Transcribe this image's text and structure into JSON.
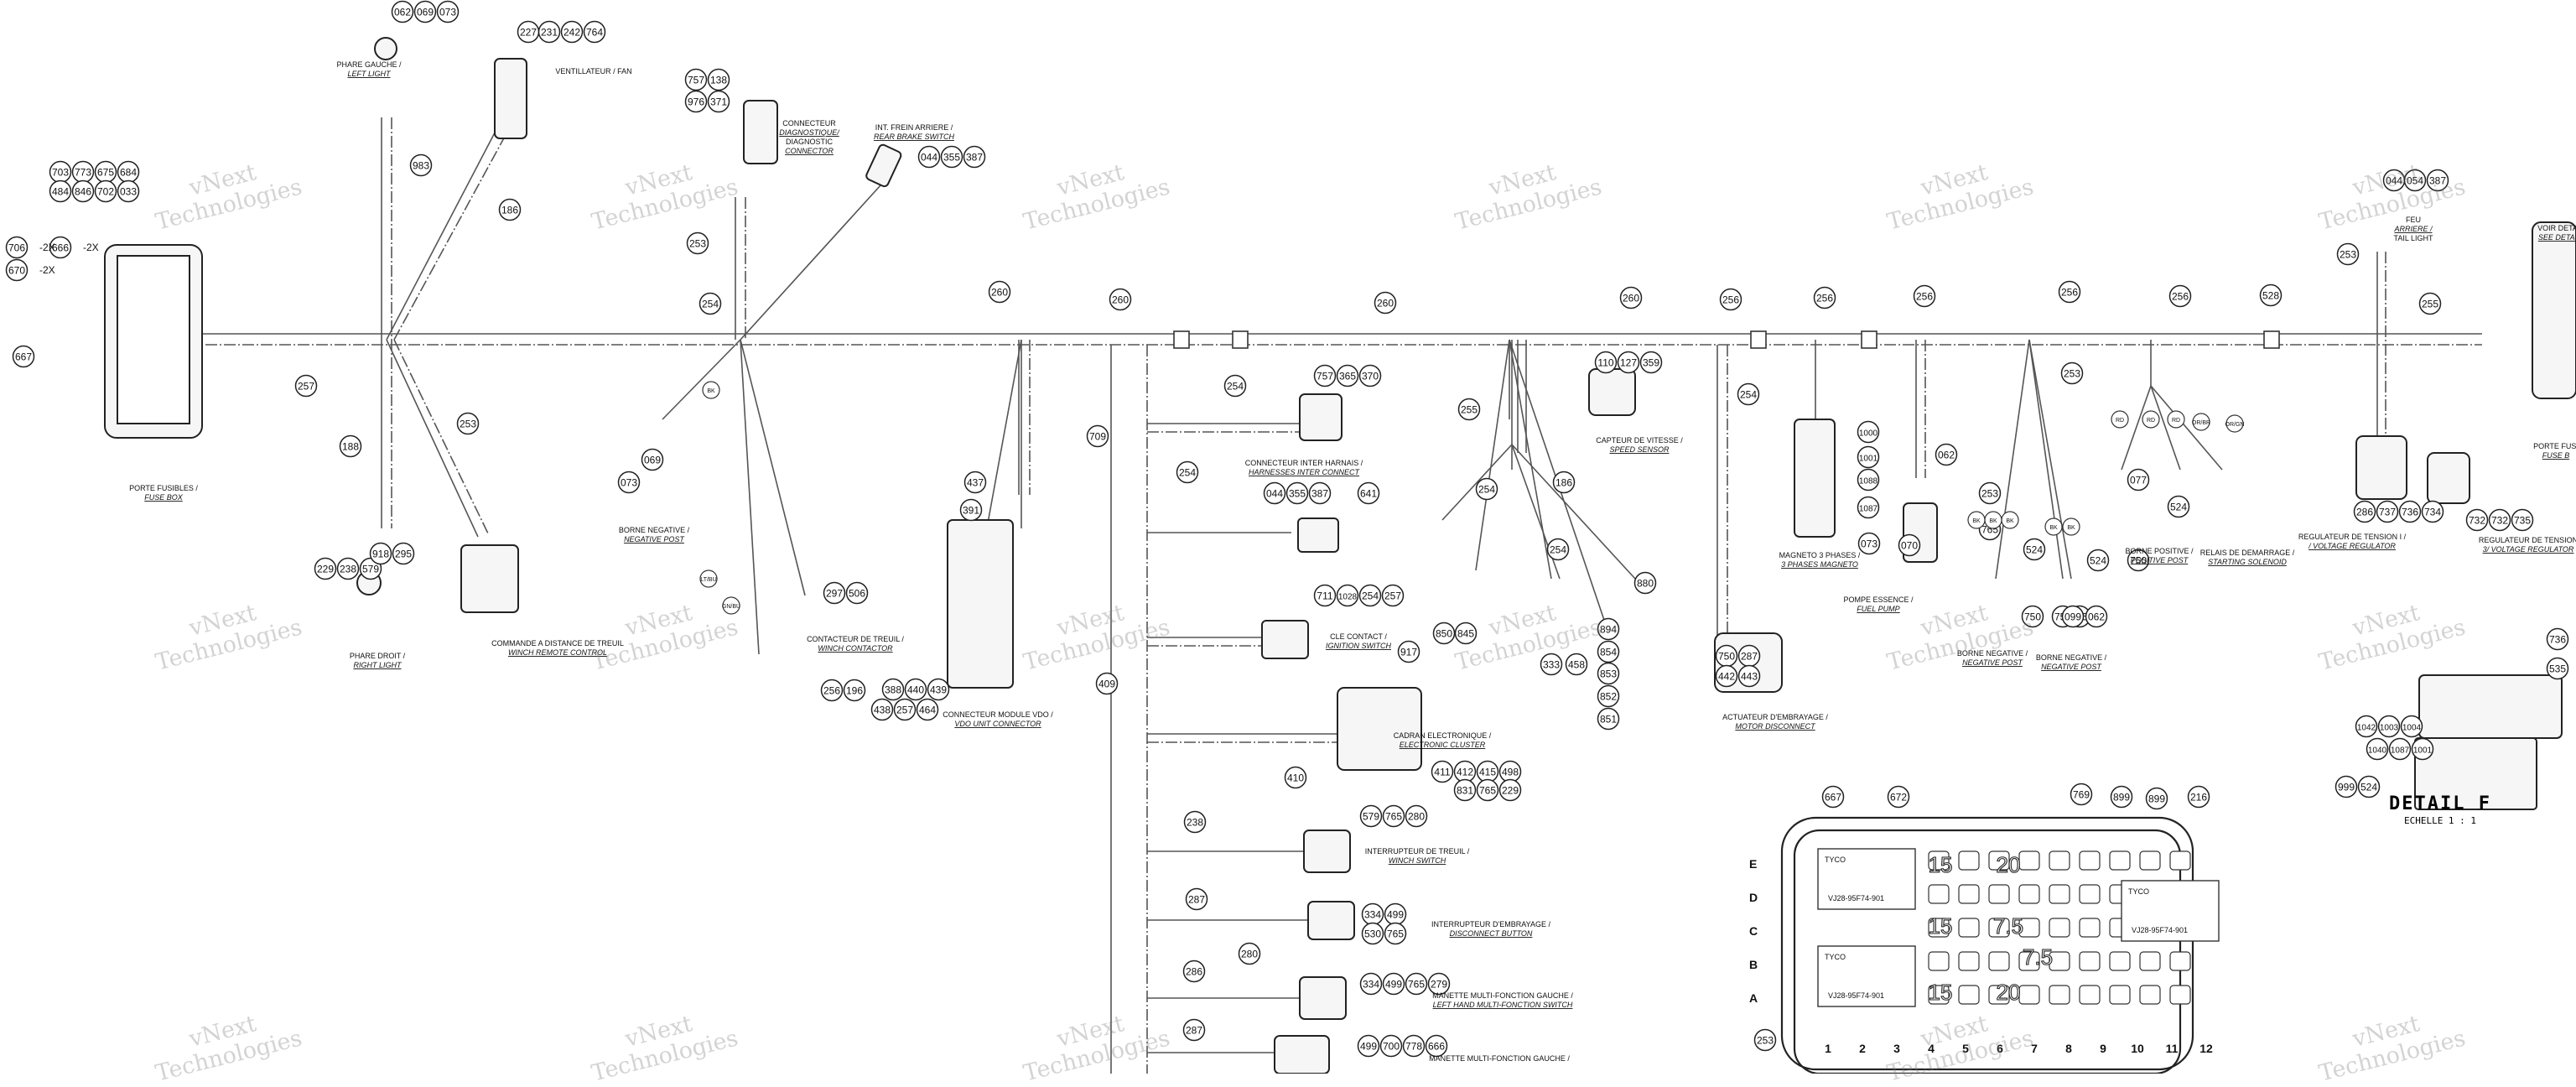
{
  "watermark": {
    "line1": "vNext",
    "line2": "Technologies"
  },
  "detail": {
    "title": "DETAIL F",
    "scale": "ECHELLE 1 : 1"
  },
  "fusebox_grid": {
    "rows": [
      "E",
      "D",
      "C",
      "B",
      "A"
    ],
    "cols": [
      "1",
      "2",
      "3",
      "4",
      "5",
      "6",
      "7",
      "8",
      "9",
      "10",
      "11",
      "12"
    ],
    "module_label": "TYCO",
    "part_number": "VJ28-95F74-901",
    "fuse_ratings": [
      "15",
      "20",
      "15",
      "7.5",
      "7.5",
      "15",
      "20"
    ]
  },
  "labels": [
    {
      "l1": "PHARE GAUCHE /",
      "l2": "LEFT LIGHT"
    },
    {
      "l1": "VENTILLATEUR / FAN",
      "l2": ""
    },
    {
      "l1": "CONNECTEUR",
      "l2": "DIAGNOSTIQUE/",
      "l3": "DIAGNOSTIC",
      "l4": "CONNECTOR"
    },
    {
      "l1": "INT. FREIN ARRIERE /",
      "l2": "REAR BRAKE SWITCH"
    },
    {
      "l1": "PORTE FUSIBLES /",
      "l2": "FUSE BOX"
    },
    {
      "l1": "BORNE NEGATIVE /",
      "l2": "NEGATIVE POST"
    },
    {
      "l1": "CONNECTEUR INTER HARNAIS /",
      "l2": "HARNESSES INTER CONNECT"
    },
    {
      "l1": "CAPTEUR DE VITESSE /",
      "l2": "SPEED SENSOR"
    },
    {
      "l1": "MAGNETO 3 PHASES /",
      "l2": "3 PHASES MAGNETO"
    },
    {
      "l1": "POMPE ESSENCE /",
      "l2": "FUEL PUMP"
    },
    {
      "l1": "BORNE POSITIVE /",
      "l2": "POSITIVE POST"
    },
    {
      "l1": "RELAIS DE DEMARRAGE /",
      "l2": "STARTING SOLENOID"
    },
    {
      "l1": "REGULATEUR DE TENSION I /",
      "l2": "/ VOLTAGE REGULATOR"
    },
    {
      "l1": "REGULATEUR DE TENSION",
      "l2": "3/ VOLTAGE REGULATOR"
    },
    {
      "l1": "PORTE FUSI",
      "l2": "FUSE B"
    },
    {
      "l1": "VOIR DETA",
      "l2": "SEE DETAI"
    },
    {
      "l1": "FEU",
      "l2": "ARRIERE /",
      "l3": "TAIL LIGHT"
    },
    {
      "l1": "PHARE DROIT /",
      "l2": "RIGHT LIGHT"
    },
    {
      "l1": "COMMANDE A DISTANCE DE TREUIL",
      "l2": "WINCH REMOTE CONTROL"
    },
    {
      "l1": "CONTACTEUR DE TREUIL /",
      "l2": "WINCH CONTACTOR"
    },
    {
      "l1": "CONNECTEUR MODULE VDO /",
      "l2": "VDO UNIT CONNECTOR"
    },
    {
      "l1": "CLE CONTACT /",
      "l2": "IGNITION SWITCH"
    },
    {
      "l1": "CADRAN ELECTRONIQUE /",
      "l2": "ELECTRONIC CLUSTER"
    },
    {
      "l1": "ACTUATEUR D'EMBRAYAGE /",
      "l2": "MOTOR DISCONNECT"
    },
    {
      "l1": "BORNE NEGATIVE /",
      "l2": "NEGATIVE POST"
    },
    {
      "l1": "BORNE NEGATIVE /",
      "l2": "NEGATIVE POST"
    },
    {
      "l1": "INTERRUPTEUR DE TREUIL /",
      "l2": "WINCH SWITCH"
    },
    {
      "l1": "INTERRUPTEUR D'EMBRAYAGE /",
      "l2": "DISCONNECT BUTTON"
    },
    {
      "l1": "MANETTE MULTI-FONCTION GAUCHE /",
      "l2": "LEFT HAND MULTI-FONCTION SWITCH"
    },
    {
      "l1": "MANETTE MULTI-FONCTION GAUCHE /",
      "l2": ""
    }
  ],
  "callouts": [
    "062",
    "069",
    "073",
    "227",
    "231",
    "242",
    "764",
    "757",
    "138",
    "976",
    "371",
    "044",
    "355",
    "387",
    "703",
    "773",
    "675",
    "684",
    "484",
    "846",
    "702",
    "033",
    "706",
    "666",
    "670",
    "667",
    "983",
    "186",
    "253",
    "254",
    "257",
    "188",
    "253",
    "260",
    "260",
    "260",
    "260",
    "256",
    "256",
    "256",
    "256",
    "256",
    "528",
    "255",
    "253",
    "044",
    "054",
    "387",
    "110",
    "127",
    "359",
    "254",
    "253",
    "757",
    "365",
    "370",
    "254",
    "044",
    "355",
    "387",
    "641",
    "255",
    "186",
    "254",
    "254",
    "880",
    "894",
    "854",
    "853",
    "852",
    "851",
    "850",
    "845",
    "917",
    "333",
    "458",
    "1000",
    "1001",
    "1088",
    "1087",
    "073",
    "070",
    "062",
    "253",
    "765",
    "524",
    "750",
    "077",
    "524",
    "750",
    "524",
    "750",
    "287",
    "442",
    "443",
    "286",
    "737",
    "736",
    "734",
    "732",
    "732",
    "735",
    "736",
    "535",
    "1042",
    "1003",
    "1004",
    "1040",
    "1087",
    "1001",
    "999",
    "524",
    "750",
    "525",
    "099",
    "062",
    "069",
    "073",
    "229",
    "238",
    "579",
    "918",
    "295",
    "297",
    "506",
    "256",
    "196",
    "437",
    "391",
    "388",
    "440",
    "439",
    "438",
    "257",
    "464",
    "709",
    "711",
    "1028",
    "254",
    "257",
    "254",
    "409",
    "410",
    "411",
    "412",
    "415",
    "498",
    "831",
    "765",
    "229",
    "238",
    "579",
    "765",
    "280",
    "287",
    "334",
    "499",
    "530",
    "765",
    "280",
    "286",
    "334",
    "499",
    "765",
    "279",
    "287",
    "499",
    "700",
    "778",
    "666",
    "667",
    "672",
    "769",
    "899",
    "899",
    "216",
    "253"
  ],
  "callout_suffix": {
    "x2": "-2X"
  },
  "wire_tags": {
    "bk": "BK",
    "ltbu": "LT/BU",
    "gnbu": "GN/BU",
    "rd": "RD",
    "ornt": "OR/BR",
    "ornt2": "OR/GN"
  }
}
